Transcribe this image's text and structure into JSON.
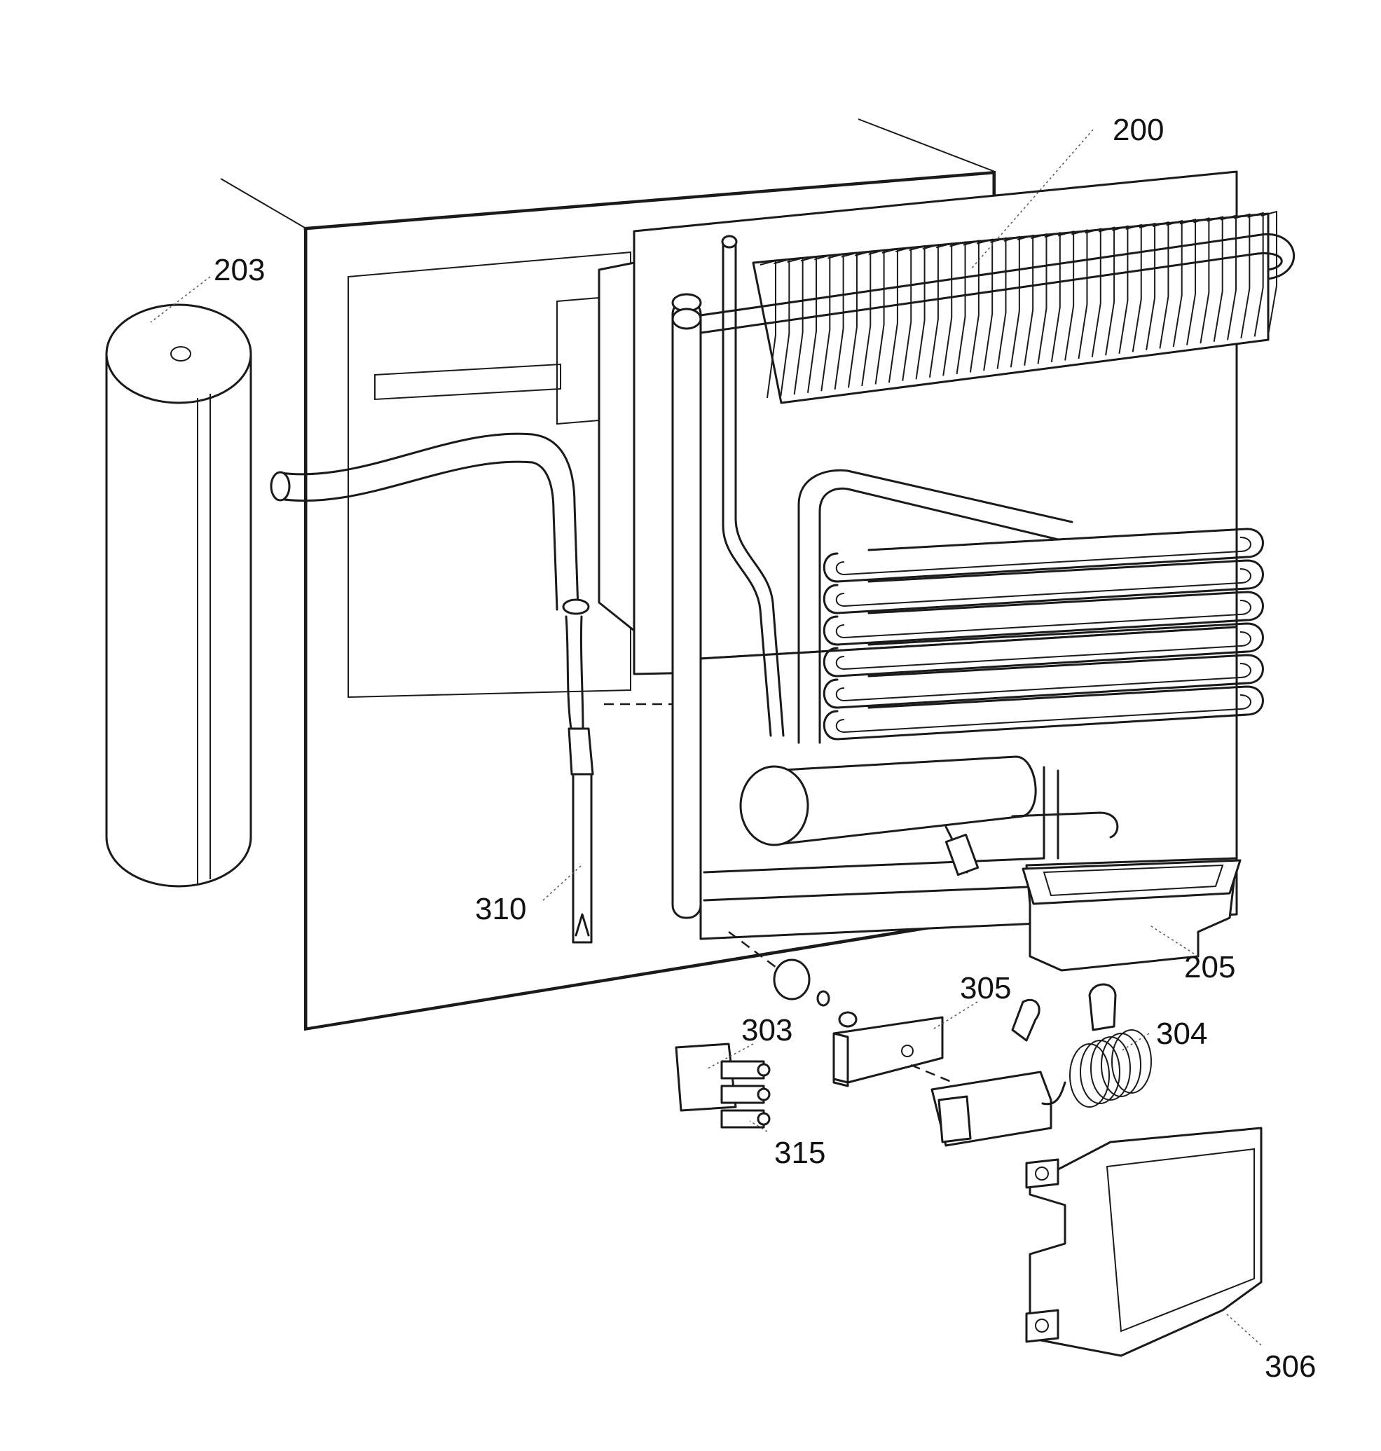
{
  "parts": [
    {
      "id": "part-200",
      "label": "200"
    },
    {
      "id": "part-203",
      "label": "203"
    },
    {
      "id": "part-310",
      "label": "310"
    },
    {
      "id": "part-205",
      "label": "205"
    },
    {
      "id": "part-305",
      "label": "305"
    },
    {
      "id": "part-303",
      "label": "303"
    },
    {
      "id": "part-304",
      "label": "304"
    },
    {
      "id": "part-315",
      "label": "315"
    },
    {
      "id": "part-306",
      "label": "306"
    }
  ],
  "colors": {
    "ink": "#1a1a1a",
    "paper": "#ffffff"
  }
}
